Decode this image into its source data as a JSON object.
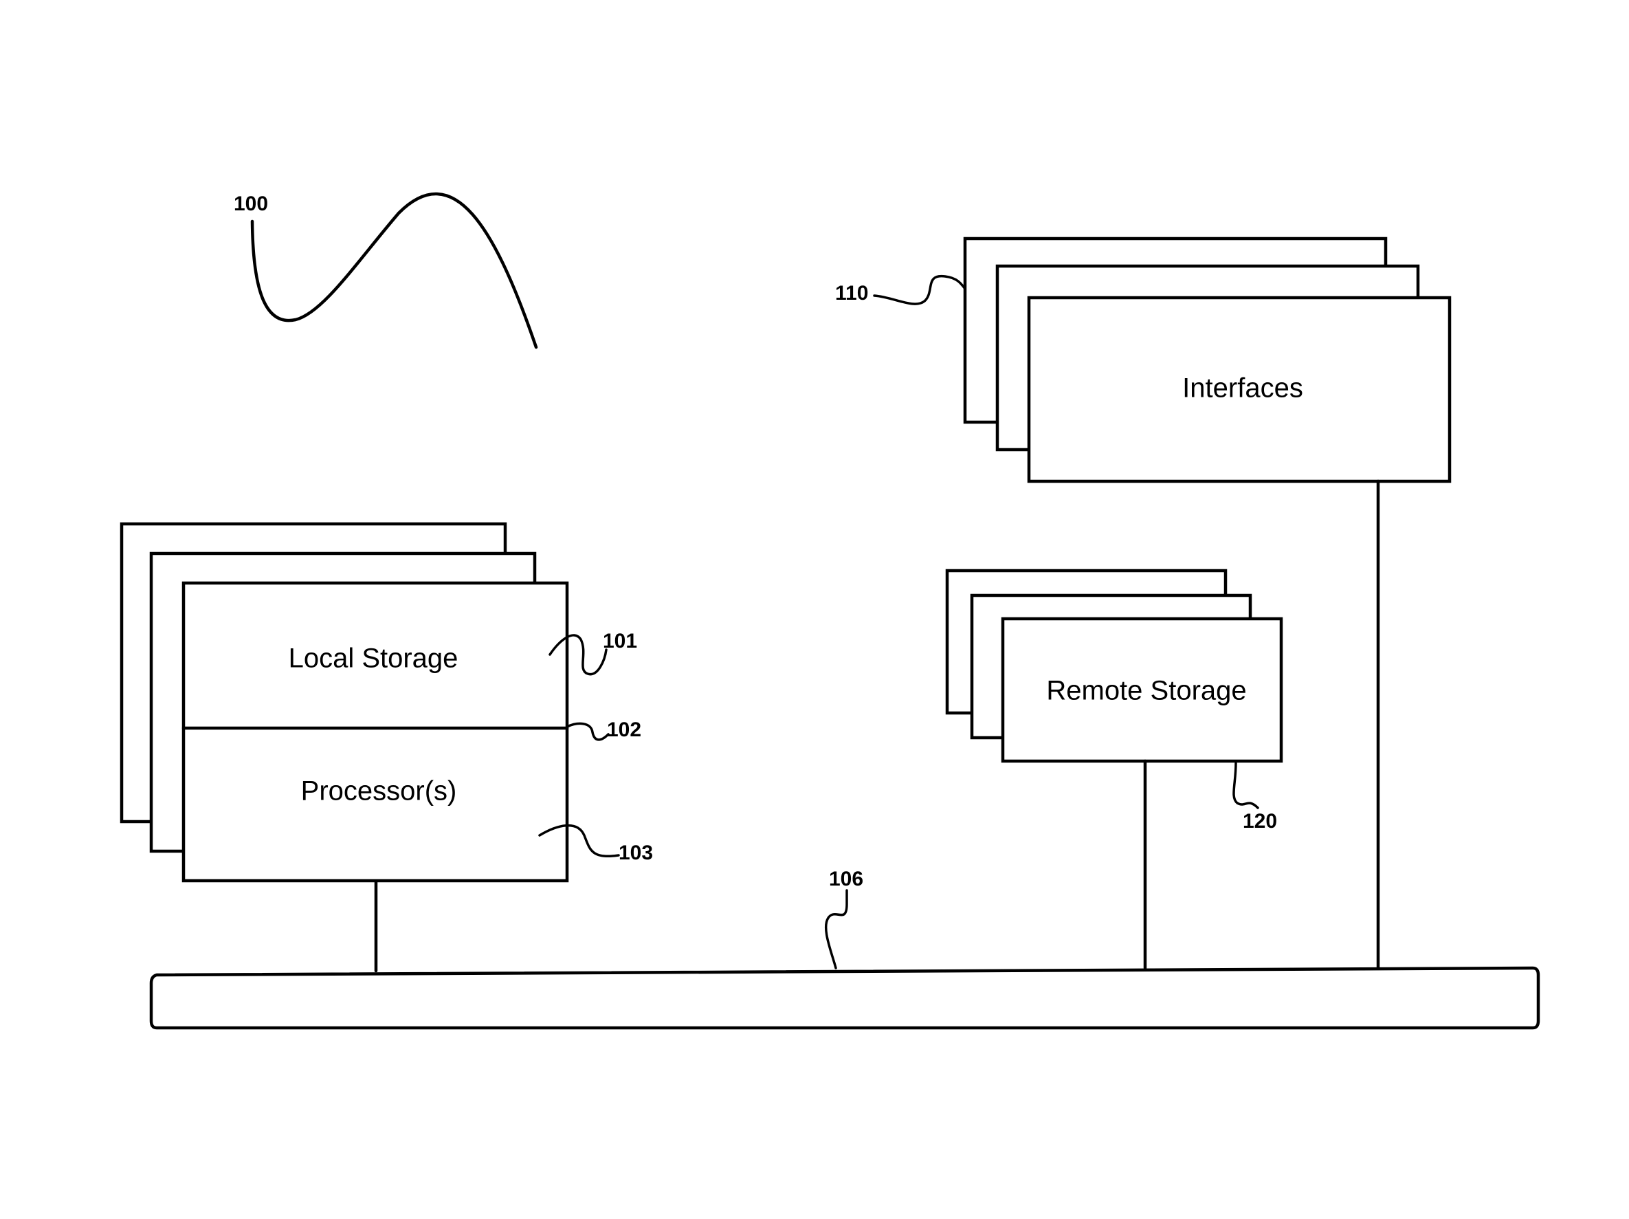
{
  "components": {
    "local_storage": "Local Storage",
    "processors": "Processor(s)",
    "interfaces": "Interfaces",
    "remote_storage": "Remote Storage"
  },
  "reference_numerals": {
    "system": "100",
    "local_storage": "101",
    "boundary": "102",
    "processors": "103",
    "bus": "106",
    "interfaces": "110",
    "remote_storage": "120"
  }
}
